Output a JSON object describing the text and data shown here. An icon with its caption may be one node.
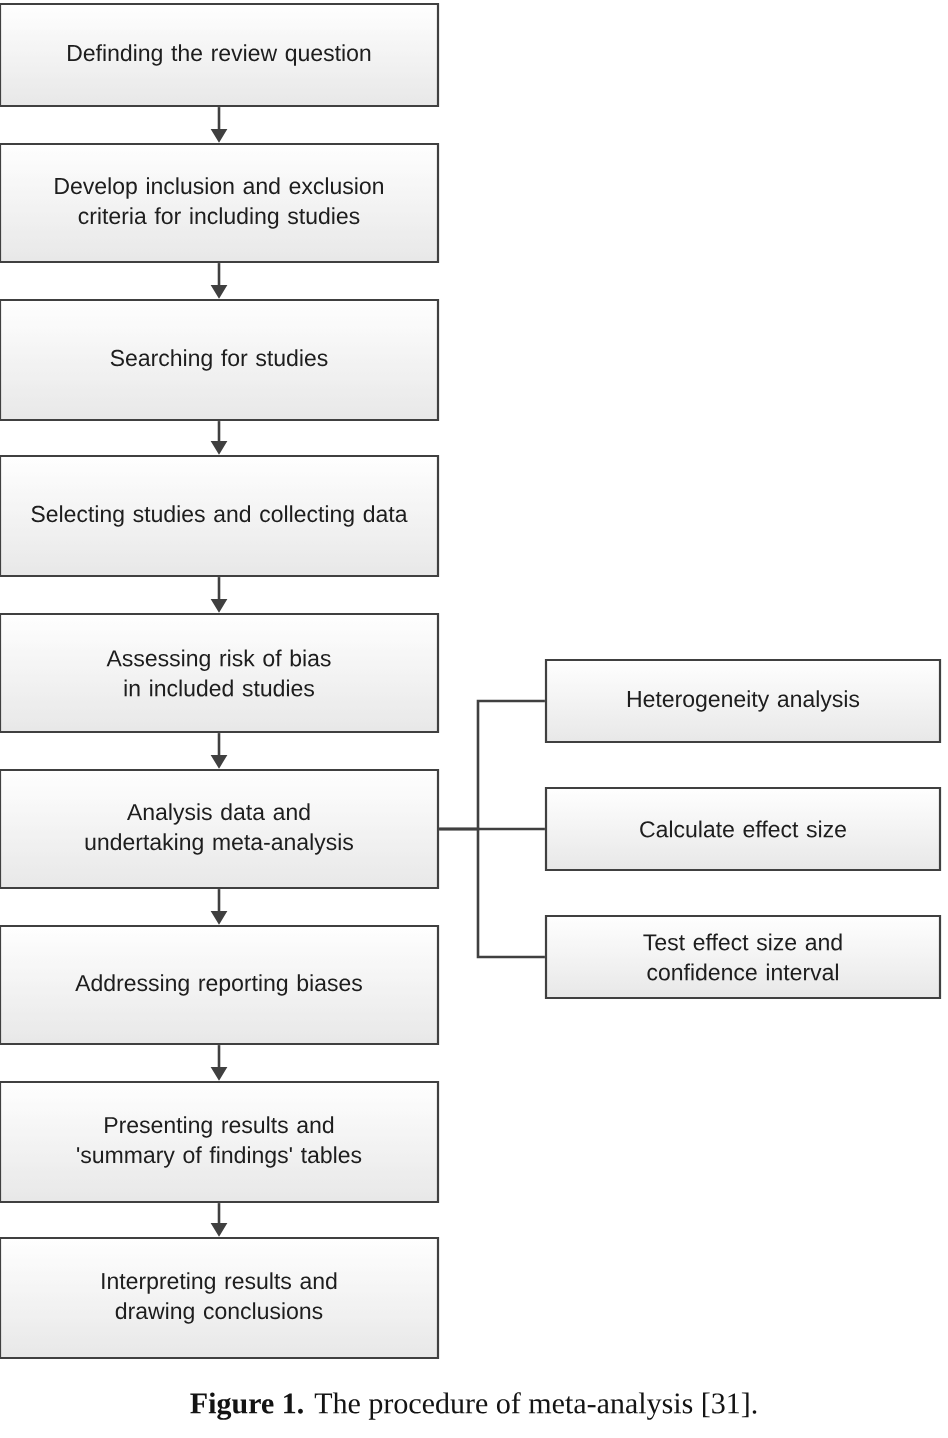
{
  "diagram": {
    "caption": "**Figure 1.** The procedure of meta-analysis [31].",
    "nodes": [
      {
        "text": [
          "Definding the review question"
        ]
      },
      {
        "text": [
          "Develop inclusion and exclusion criteria for including studies"
        ]
      },
      {
        "text": [
          "Searching for studies"
        ]
      },
      {
        "text": [
          "Selecting studies and collecting data"
        ]
      },
      {
        "text": [
          "Assessing risk of bias in included studies"
        ]
      },
      {
        "text": [
          "Analysis data and undertaking meta-analysis"
        ]
      },
      {
        "text": [
          "Addressing reporting biases"
        ]
      },
      {
        "text": [
          "Presenting results and 'summary of findings' tables"
        ]
      },
      {
        "text": [
          "Interpreting results and drawing conclusions"
        ]
      },
      {
        "text": [
          "Heterogeneity analysis"
        ]
      },
      {
        "text": [
          "Calculate effect size"
        ]
      },
      {
        "text": [
          "Test effect size and confidence interval"
        ]
      }
    ],
    "edges": [
      {
        "from": 0,
        "to": 1,
        "arrow": "to"
      },
      {
        "from": 1,
        "to": 2,
        "arrow": "to"
      },
      {
        "from": 2,
        "to": 3,
        "arrow": "to"
      },
      {
        "from": 3,
        "to": 4,
        "arrow": "to"
      },
      {
        "from": 4,
        "to": 5,
        "arrow": "to"
      },
      {
        "from": 5,
        "to": 6,
        "arrow": "to"
      },
      {
        "from": 6,
        "to": 7,
        "arrow": "to"
      },
      {
        "from": 7,
        "to": 8,
        "arrow": "to"
      },
      {
        "from": 5,
        "to": 9,
        "arrow": "none"
      },
      {
        "from": 5,
        "to": 10,
        "arrow": "none"
      },
      {
        "from": 5,
        "to": 11,
        "arrow": "none"
      }
    ]
  }
}
